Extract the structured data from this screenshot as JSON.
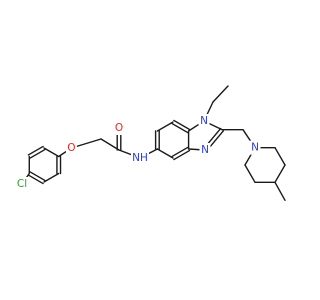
{
  "molecule": {
    "atoms": [
      {
        "id": "cl",
        "label": "Cl",
        "color": "#2ca02c"
      },
      {
        "id": "o_ether",
        "label": "O",
        "color": "#e8281e"
      },
      {
        "id": "o_carbonyl",
        "label": "O",
        "color": "#e8281e"
      },
      {
        "id": "n_amide",
        "label": "NH",
        "color": "#2b3fd8"
      },
      {
        "id": "n1",
        "label": "N",
        "color": "#2b3fd8"
      },
      {
        "id": "n3",
        "label": "N",
        "color": "#2b3fd8"
      },
      {
        "id": "n_pip",
        "label": "N",
        "color": "#2b3fd8"
      }
    ],
    "bond_color": "#1a1a1a"
  }
}
